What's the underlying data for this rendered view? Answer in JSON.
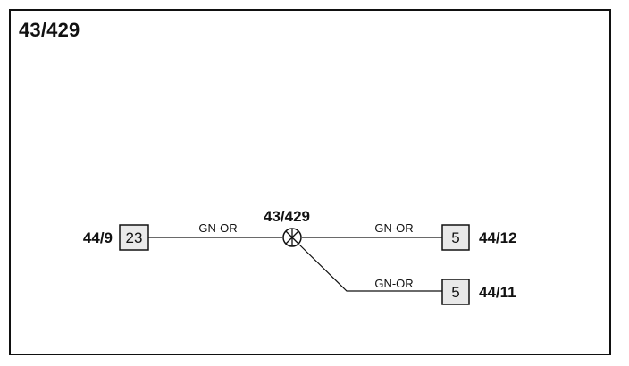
{
  "title": "43/429",
  "splice": {
    "label": "43/429"
  },
  "connectors": {
    "left": {
      "ref": "44/9",
      "pin": "23"
    },
    "right_top": {
      "ref": "44/12",
      "pin": "5"
    },
    "right_bottom": {
      "ref": "44/11",
      "pin": "5"
    }
  },
  "wires": {
    "left": {
      "color_code": "GN-OR"
    },
    "right_top": {
      "color_code": "GN-OR"
    },
    "right_bottom": {
      "color_code": "GN-OR"
    }
  },
  "colors": {
    "line": "#111111",
    "connector_fill": "#e9e9e9",
    "background": "#ffffff"
  }
}
